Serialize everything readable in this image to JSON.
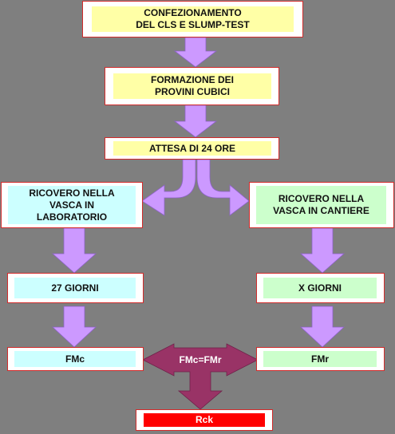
{
  "nodes": {
    "confezionamento": "CONFEZIONAMENTO\nDEL CLS E SLUMP-TEST",
    "formazione": "FORMAZIONE DEI\nPROVINI CUBICI",
    "attesa": "ATTESA DI 24 ORE",
    "ricovero_lab": "RICOVERO NELLA\nVASCA IN\nLABORATORIO",
    "ricovero_cantiere": "RICOVERO NELLA\nVASCA IN CANTIERE",
    "giorni_27": "27 GIORNI",
    "giorni_x": "X GIORNI",
    "fmc": "FMc",
    "fmr": "FMr",
    "fmc_eq_fmr": "FMc=FMr",
    "rck": "Rck"
  },
  "colors": {
    "background": "#7f7f7f",
    "border": "#d22b2b",
    "yellow_fill": "#ffffa6",
    "cyan_fill": "#ccffff",
    "green_fill": "#ccffcc",
    "red_fill": "#ff0000",
    "lilac_arrow": "#cc99ff",
    "maroon_arrow": "#993366"
  }
}
